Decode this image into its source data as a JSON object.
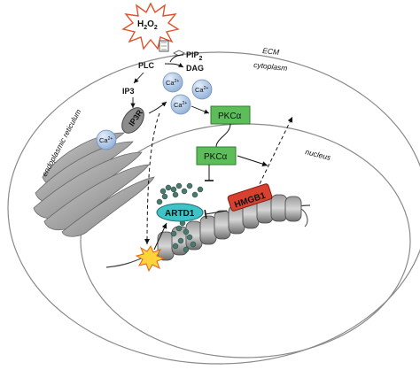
{
  "labels": {
    "h2o2_base": "H",
    "h2o2_sub1": "2",
    "h2o2_mid": "O",
    "h2o2_sub2": "2",
    "pip2_base": "PIP",
    "pip2_sub": "2",
    "plc": "PLC",
    "dag": "DAG",
    "ip3": "IP3",
    "ip3r": "IP3R",
    "ca_base": "Ca",
    "ca_sup": "2+",
    "pkca_1": "PKCα",
    "pkca_2": "PKCα",
    "artd1": "ARTD1",
    "hmgb1": "HMGB1",
    "ecm": "ECM",
    "cytoplasm": "cytoplasm",
    "er": "endoplasmic reticulum",
    "nucleus": "nucleus"
  },
  "colors": {
    "pkc_fill": "#5dbd5a",
    "pkc_stroke": "#2f7f2f",
    "artd1_fill": "#3fc3c6",
    "hmgb1_fill": "#d9402f",
    "ca_fill": "#b9cfe9",
    "ip3r_fill": "#8c8c8c",
    "burst_fill": "#ffd33a",
    "burst_stroke": "#e0611b",
    "h2o2_stroke": "#e0522b"
  }
}
